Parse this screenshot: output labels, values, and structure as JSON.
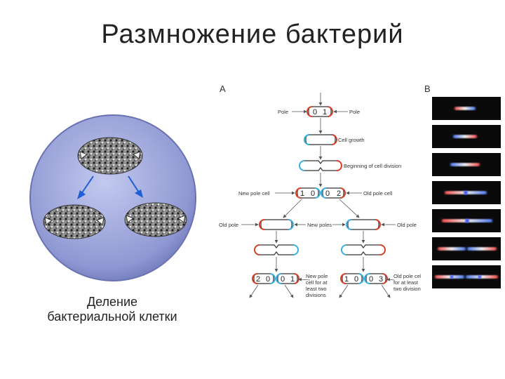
{
  "title": "Размножение бактерий",
  "caption": {
    "line1": "Деление",
    "line2": "бактериальной клетки"
  },
  "diagram": {
    "panel_a_label": "A",
    "panel_b_label": "B",
    "labels": {
      "pole_left": "Pole",
      "pole_right": "Pole",
      "cell_growth": "Cell growth",
      "beginning_division": "Beginning of cell division",
      "new_pole_cell": "New pole cell",
      "old_pole_cell": "Old pole cell",
      "old_pole_left": "Old pole",
      "new_poles": "New poles",
      "old_pole_right": "Old pole",
      "bottom_left_1": "New pole",
      "bottom_left_2": "cell for at",
      "bottom_left_3": "least two",
      "bottom_left_4": "divisions",
      "bottom_right_1": "Old pole cell",
      "bottom_right_2": "for at least",
      "bottom_right_3": "two divisions"
    },
    "numbers": {
      "top_left": "0",
      "top_right": "1",
      "row3_a": "1",
      "row3_b": "0",
      "row3_c": "0",
      "row3_d": "2",
      "bottom_l1": "2",
      "bottom_l2": "0",
      "bottom_l3": "0",
      "bottom_l4": "1",
      "bottom_r1": "1",
      "bottom_r2": "0",
      "bottom_r3": "0",
      "bottom_r4": "3"
    }
  },
  "colors": {
    "circle_fill": "#9aa3d6",
    "circle_edge": "#7a82c0",
    "old_pole": "#d9402a",
    "new_pole": "#3ab0e0",
    "arrow": "#1e5fd8"
  }
}
